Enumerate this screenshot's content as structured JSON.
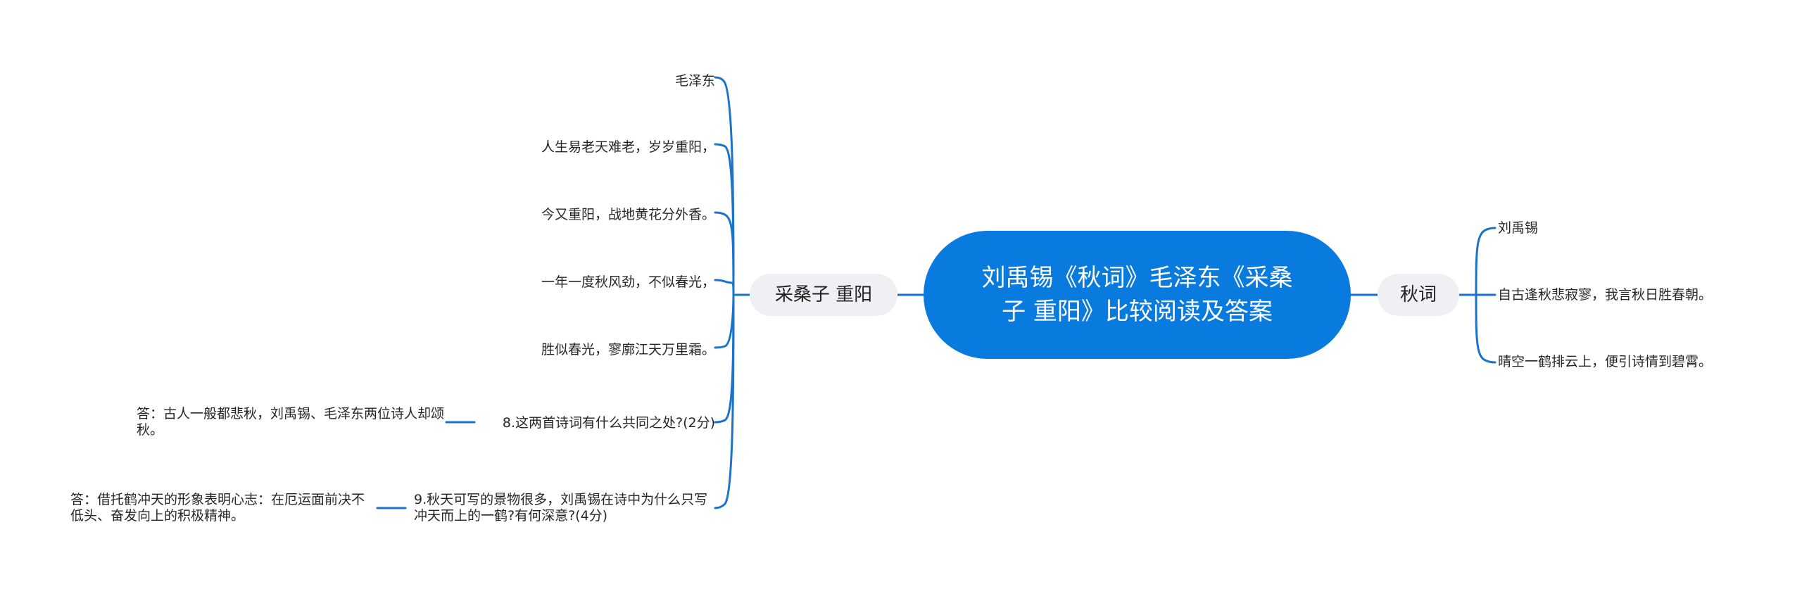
{
  "root": {
    "title": "刘禹锡《秋词》毛泽东《采桑子 重阳》比较阅读及答案"
  },
  "left_branch": {
    "label": "采桑子 重阳",
    "children": [
      {
        "text": "毛泽东"
      },
      {
        "text": "人生易老天难老，岁岁重阳，"
      },
      {
        "text": "今又重阳，战地黄花分外香。"
      },
      {
        "text": "一年一度秋风劲，不似春光，"
      },
      {
        "text": "胜似春光，寥廓江天万里霜。"
      },
      {
        "text": "8.这两首诗词有什么共同之处?(2分)",
        "answer": "答：古人一般都悲秋，刘禹锡、毛泽东两位诗人却颂秋。"
      },
      {
        "text": "9.秋天可写的景物很多，刘禹锡在诗中为什么只写冲天而上的一鹤?有何深意?(4分)",
        "answer": "答：借托鹤冲天的形象表明心志：在厄运面前决不低头、奋发向上的积极精神。"
      }
    ]
  },
  "right_branch": {
    "label": "秋词",
    "children": [
      {
        "text": "刘禹锡"
      },
      {
        "text": "自古逢秋悲寂寥，我言秋日胜春朝。"
      },
      {
        "text": "晴空一鹤排云上，便引诗情到碧霄。"
      }
    ]
  },
  "colors": {
    "root_fill": "#0a7bde",
    "root_text": "#ffffff",
    "branch_fill": "#eef0f3",
    "connector": "#1a73c9"
  }
}
